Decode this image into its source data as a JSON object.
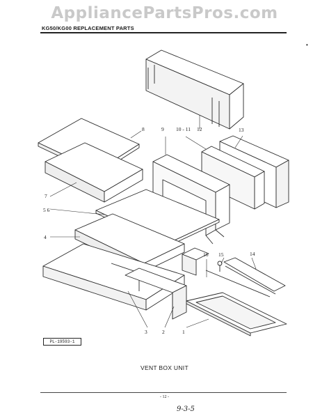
{
  "watermark": "AppliancePartsPros.com",
  "header": {
    "title": "KG50/KG00 REPLACEMENT PARTS"
  },
  "margin_mark": "•",
  "diagram": {
    "callouts": [
      "8",
      "9",
      "10 - 11",
      "12",
      "13",
      "7",
      "5 6",
      "4",
      "16",
      "15",
      "14",
      "3",
      "2",
      "1"
    ],
    "stamp": "PL-19593-1"
  },
  "caption": "VENT BOX UNIT",
  "footer": {
    "page_number": "- 12 -",
    "handwritten_note": "9-3-5"
  }
}
